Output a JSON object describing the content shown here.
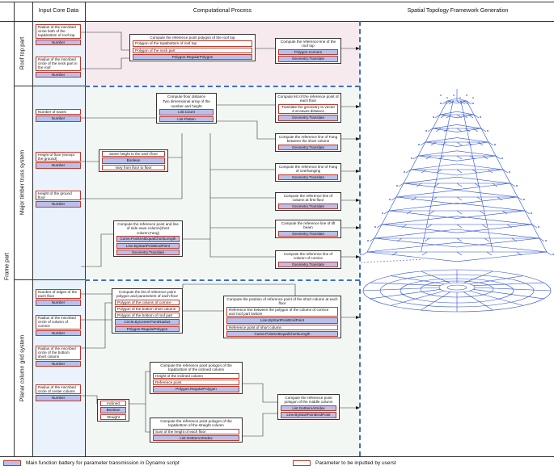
{
  "headers": {
    "input": "Input Core Data",
    "process": "Computational Process",
    "spatial": "Spatial Topology Framework Generation"
  },
  "sections": {
    "roof": "Roof top part",
    "major": "Major timber truss system",
    "frame": "Frame part",
    "planar": "Planar column grid system"
  },
  "inputs": {
    "roof1": {
      "label": "Radius of the inscribed circle both of the top&bottom of roof top",
      "fn": "Number"
    },
    "roof2": {
      "label": "Radius of the inscribed circle of the neck part in the roof",
      "fn": "Number"
    },
    "eaves": {
      "label": "Number of eaves",
      "fn": "Number"
    },
    "height_floor": {
      "label": "Height of floor (except the ground)",
      "fn": "Number"
    },
    "height_ground": {
      "label": "Height of the ground floor",
      "fn": "Number"
    },
    "edges": {
      "label": "Number of edges of the each floor",
      "fn": "Number"
    },
    "cornice": {
      "label": "Radius of the inscribed circle of column of cornice",
      "fn": "Number"
    },
    "bottom_short": {
      "label": "Radius of the inscribed circle of the bottom short column",
      "fn": "Number"
    },
    "center_column": {
      "label": "Radius of the inscribed circle of center column",
      "fn": "Number"
    }
  },
  "boxes": {
    "roof_poly": {
      "title": "Compute the reference point polygon of the roof top",
      "rows": [
        "Polygon of the top&bottom of roof top",
        "Polygon of the neck part"
      ],
      "fns": [
        "Polygon.RegularPolygon"
      ]
    },
    "roof_line": {
      "title": "Compute the reference line of the roof top",
      "fns": [
        "Polygon.Corners",
        "Geometry.Translate"
      ]
    },
    "floor_dist": {
      "title": "Compute floor distance",
      "rows": [
        "Two dimensional array of the number and height"
      ],
      "fns": [
        "List.Count",
        "List.Flatten"
      ]
    },
    "eave_point": {
      "title": "Compute list of the reference point of each floor",
      "rows": [
        "Translate the geometry to vector Z at eaves distance"
      ],
      "fns": [
        "Geometry.Translate"
      ]
    },
    "same_height": {
      "rows": [
        "Same height to the each floor",
        "Vary from floor to floor"
      ],
      "fns": [
        "Boolean"
      ]
    },
    "fang_short": {
      "title": "Compute the reference line of Fang between the short column",
      "fns": [
        "Geometry.Translate"
      ]
    },
    "fang_over": {
      "title": "Compute the reference line of Fang of overhanging",
      "fns": [
        "Geometry.Translate"
      ]
    },
    "col_first": {
      "title": "Compute the reference line of column at first floor",
      "fns": [
        "Geometry.Translate"
      ]
    },
    "lift_beam": {
      "title": "Compute the reference line of lift beam",
      "fns": [
        "Geometry.Translate"
      ]
    },
    "side_eave": {
      "title": "Compute the reference point and line of side eave column(short column,Fang)",
      "fns": [
        "Curve.PointsAtEqualChordLength",
        "Line.ByStartPointEndPoint",
        "Geometry.Translate"
      ]
    },
    "col_cornice": {
      "title": "Compute the reference line of column of cornice",
      "fns": [
        "Geometry.Translate"
      ]
    },
    "ref_floor": {
      "title": "Compute the list of reference point polygon and parameters of each floor",
      "rows": [
        "Polygon of the column of cornice",
        "Polygon of the bottom short column",
        "Polygon of the bottom of roof part"
      ],
      "fns": [
        "Circle.ByCenterPointRadius",
        "Polygon.RegularPolygon"
      ]
    },
    "short_col_pos": {
      "title": "Compute the position of reference point of the short column at each floor",
      "rows": [
        "Reference line between the polygon of the column of cornice and roof part bottom"
      ],
      "fns": [
        "Line.ByStartPointEndPoint",
        "Curve.PointsAtEqualChordLength"
      ],
      "rows2": [
        "Reference point of short column"
      ]
    },
    "inclined": {
      "title": "Compute the reference point pologon of the top&bottom of the inclined column",
      "rows": [
        "Height of the inclined column",
        "Reference point"
      ],
      "fns": [
        "Polygon.RegularPolygon"
      ]
    },
    "inc_straight": {
      "rows": [
        "Inclined",
        "Straight"
      ],
      "fns": [
        "Boolean"
      ]
    },
    "straight": {
      "title": "Compute the reference point pologon of the top&bottom of the straight column",
      "rows": [
        "Sum of the height of each floor"
      ],
      "fns": [
        "List.GetItemAtIndex"
      ]
    },
    "middle_col": {
      "title": "Compute the reference point pologon of the middle column",
      "fns": [
        "List.GetItemAtIndex",
        "Line.ByStartPointEndPoint"
      ]
    }
  },
  "legend": {
    "main": "Main function battery for parameter transmission in Dynamo script",
    "param": "Parameter to be inputted by userst"
  },
  "colors": {
    "function_fill": "#b9bfea",
    "param_border": "#c0392b",
    "dash": "#3a6fd1",
    "roof_band": "#f6eaee",
    "input_band": "#eaf3fb"
  }
}
